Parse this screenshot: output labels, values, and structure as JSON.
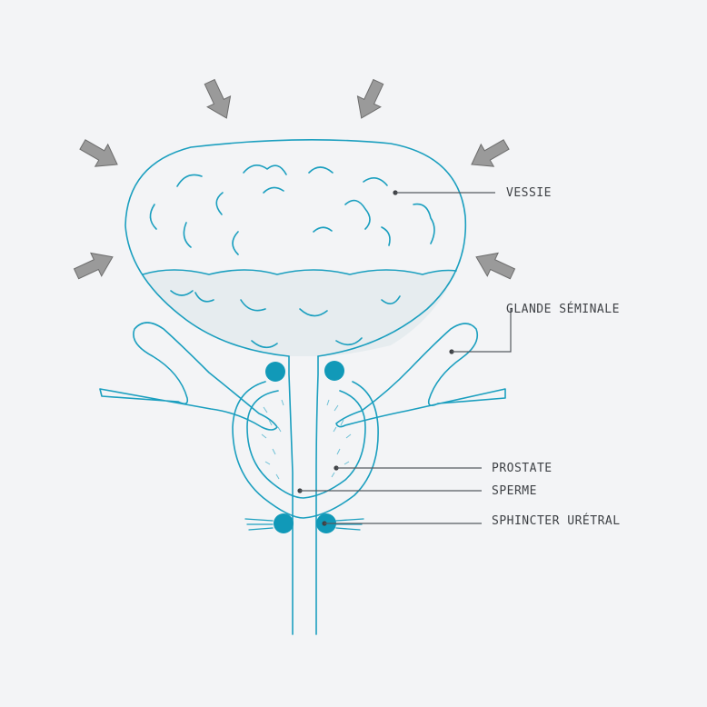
{
  "colors": {
    "background": "#f3f4f6",
    "anatomy_stroke": "#1b9fbf",
    "sphincter_fill": "#1199b8",
    "arrow_fill": "#9a9a9a",
    "label_text": "#3e4145"
  },
  "labels": {
    "vessie": "VESSIE",
    "glande_seminale": "GLANDE SÉMINALE",
    "prostate": "PROSTATE",
    "sperme": "SPERME",
    "sphincter_uretral": "SPHINCTER URÉTRAL"
  },
  "icons": {
    "pressure_arrows": "arrow-icon",
    "sphincters": "sphincter-ring"
  }
}
